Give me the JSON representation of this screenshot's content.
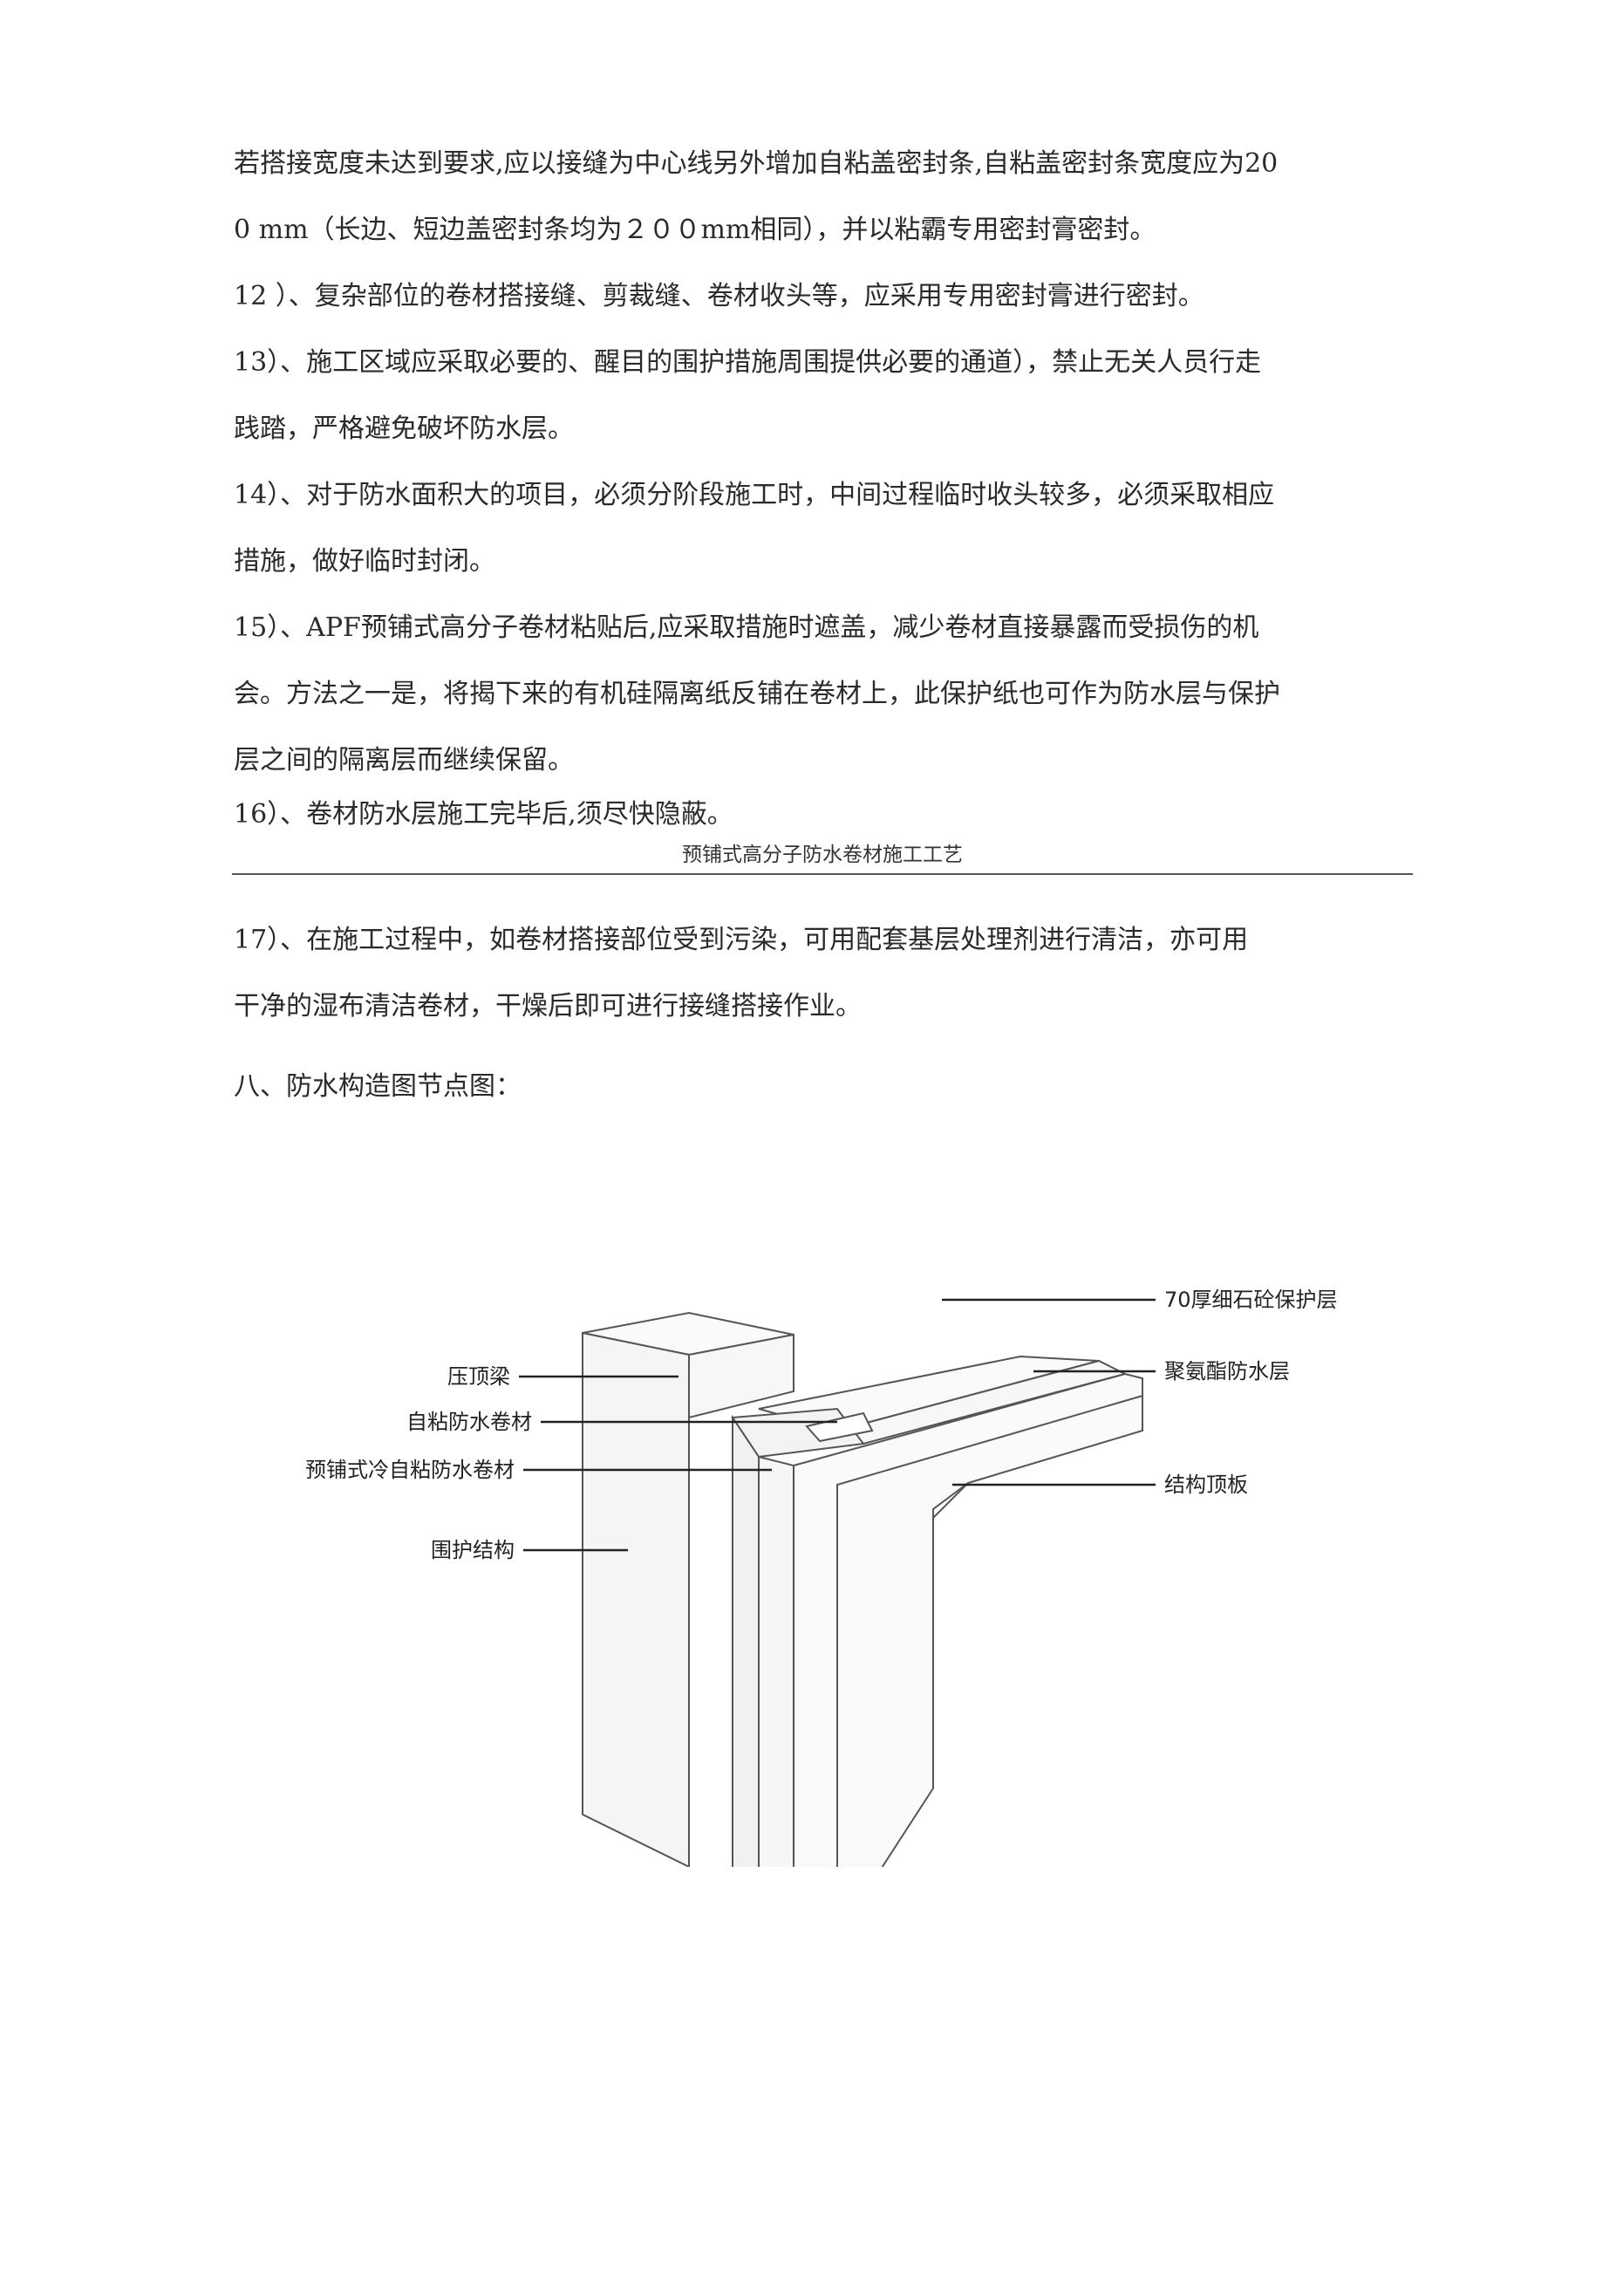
{
  "paragraphs": [
    {
      "lines": [
        "若搭接宽度未达到要求,应以接缝为中心线另外增加自粘盖密封条,自粘盖密封条宽度应为20",
        "0 mm（长边、短边盖密封条均为２００mm相同），并以粘霸专用密封膏密封。"
      ]
    },
    {
      "lines": [
        "12 ）、复杂部位的卷材搭接缝、剪裁缝、卷材收头等，应采用专用密封膏进行密封。"
      ]
    },
    {
      "lines": [
        "13）、施工区域应采取必要的、醒目的围护措施周围提供必要的通道），禁止无关人员行走",
        "践踏，严格避免破坏防水层。"
      ]
    },
    {
      "lines": [
        "14）、对于防水面积大的项目，必须分阶段施工时，中间过程临时收头较多，必须采取相应",
        "措施，做好临时封闭。"
      ]
    },
    {
      "lines": [
        "15）、APF预铺式高分子卷材粘贴后,应采取措施时遮盖，减少卷材直接暴露而受损伤的机",
        "会。方法之一是，将揭下来的有机硅隔离纸反铺在卷材上，此保护纸也可作为防水层与保护",
        "层之间的隔离层而继续保留。"
      ]
    },
    {
      "lines": [
        "16）、卷材防水层施工完毕后,须尽快隐蔽。"
      ]
    }
  ],
  "page_header": {
    "title": "预铺式高分子防水卷材施工工艺"
  },
  "paragraphs_after": [
    {
      "lines": [
        "17）、在施工过程中，如卷材搭接部位受到污染，可用配套基层处理剂进行清洁，亦可用",
        "干净的湿布清洁卷材，干燥后即可进行接缝搭接作业。"
      ]
    },
    {
      "lines": [
        "八、防水构造图节点图："
      ]
    }
  ],
  "diagram": {
    "labels": {
      "beam": "压顶梁",
      "self_adhesive": "自粘防水卷材",
      "pre_laid": "预铺式冷自粘防水卷材",
      "enclosure": "围护结构",
      "protection": "70厚细石砼保护层",
      "polyurethane": "聚氨酯防水层",
      "roof_slab": "结构顶板"
    }
  }
}
